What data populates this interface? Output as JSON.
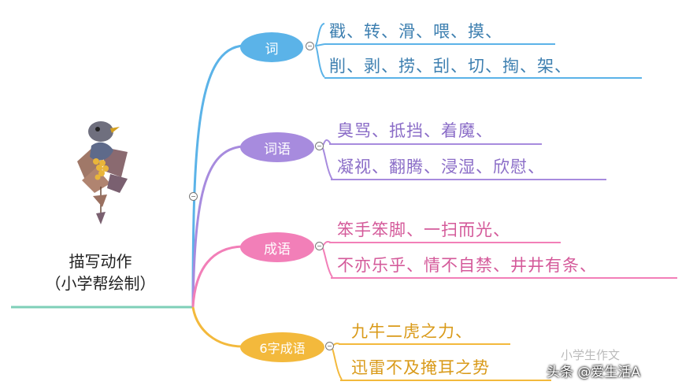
{
  "root": {
    "title": "描写动作",
    "subtitle": "（小学帮绘制）"
  },
  "branches": [
    {
      "label": "词",
      "color": "#5bb3e8",
      "text_color": "#3d7fb0",
      "items": [
        "戳、转、滑、喂、摸、",
        "削、剥、捞、刮、切、掏、架、"
      ]
    },
    {
      "label": "词语",
      "color": "#a78bde",
      "text_color": "#8a6cc7",
      "items": [
        "臭骂、抵挡、着魔、",
        "凝视、翻腾、浸湿、欣慰、"
      ]
    },
    {
      "label": "成语",
      "color": "#f27fb8",
      "text_color": "#d45a9a",
      "items": [
        "笨手笨脚、一扫而光、",
        "不亦乐乎、情不自禁、井井有条、"
      ]
    },
    {
      "label": "6字成语",
      "color": "#f3b93c",
      "text_color": "#d99a19",
      "items": [
        "九牛二虎之力、",
        "迅雷不及掩耳之势"
      ]
    }
  ],
  "watermark": {
    "faint": "小学生作文",
    "main": "头条 @爱生活A"
  }
}
